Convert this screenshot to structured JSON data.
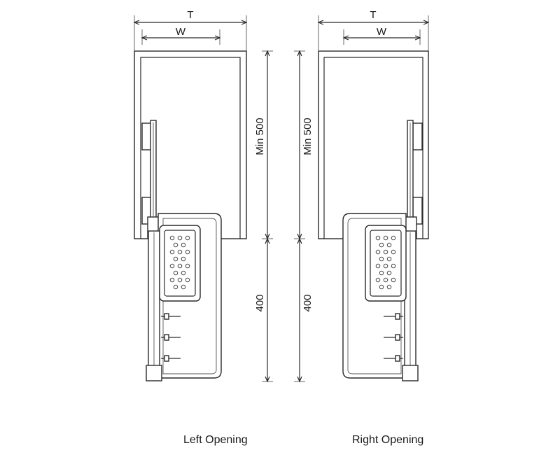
{
  "diagram": {
    "dimension_labels": {
      "overall_width": "T",
      "inner_width": "W",
      "upper_height": "Min 500",
      "lower_height": "400"
    },
    "views": [
      {
        "caption": "Left Opening"
      },
      {
        "caption": "Right Opening"
      }
    ]
  }
}
